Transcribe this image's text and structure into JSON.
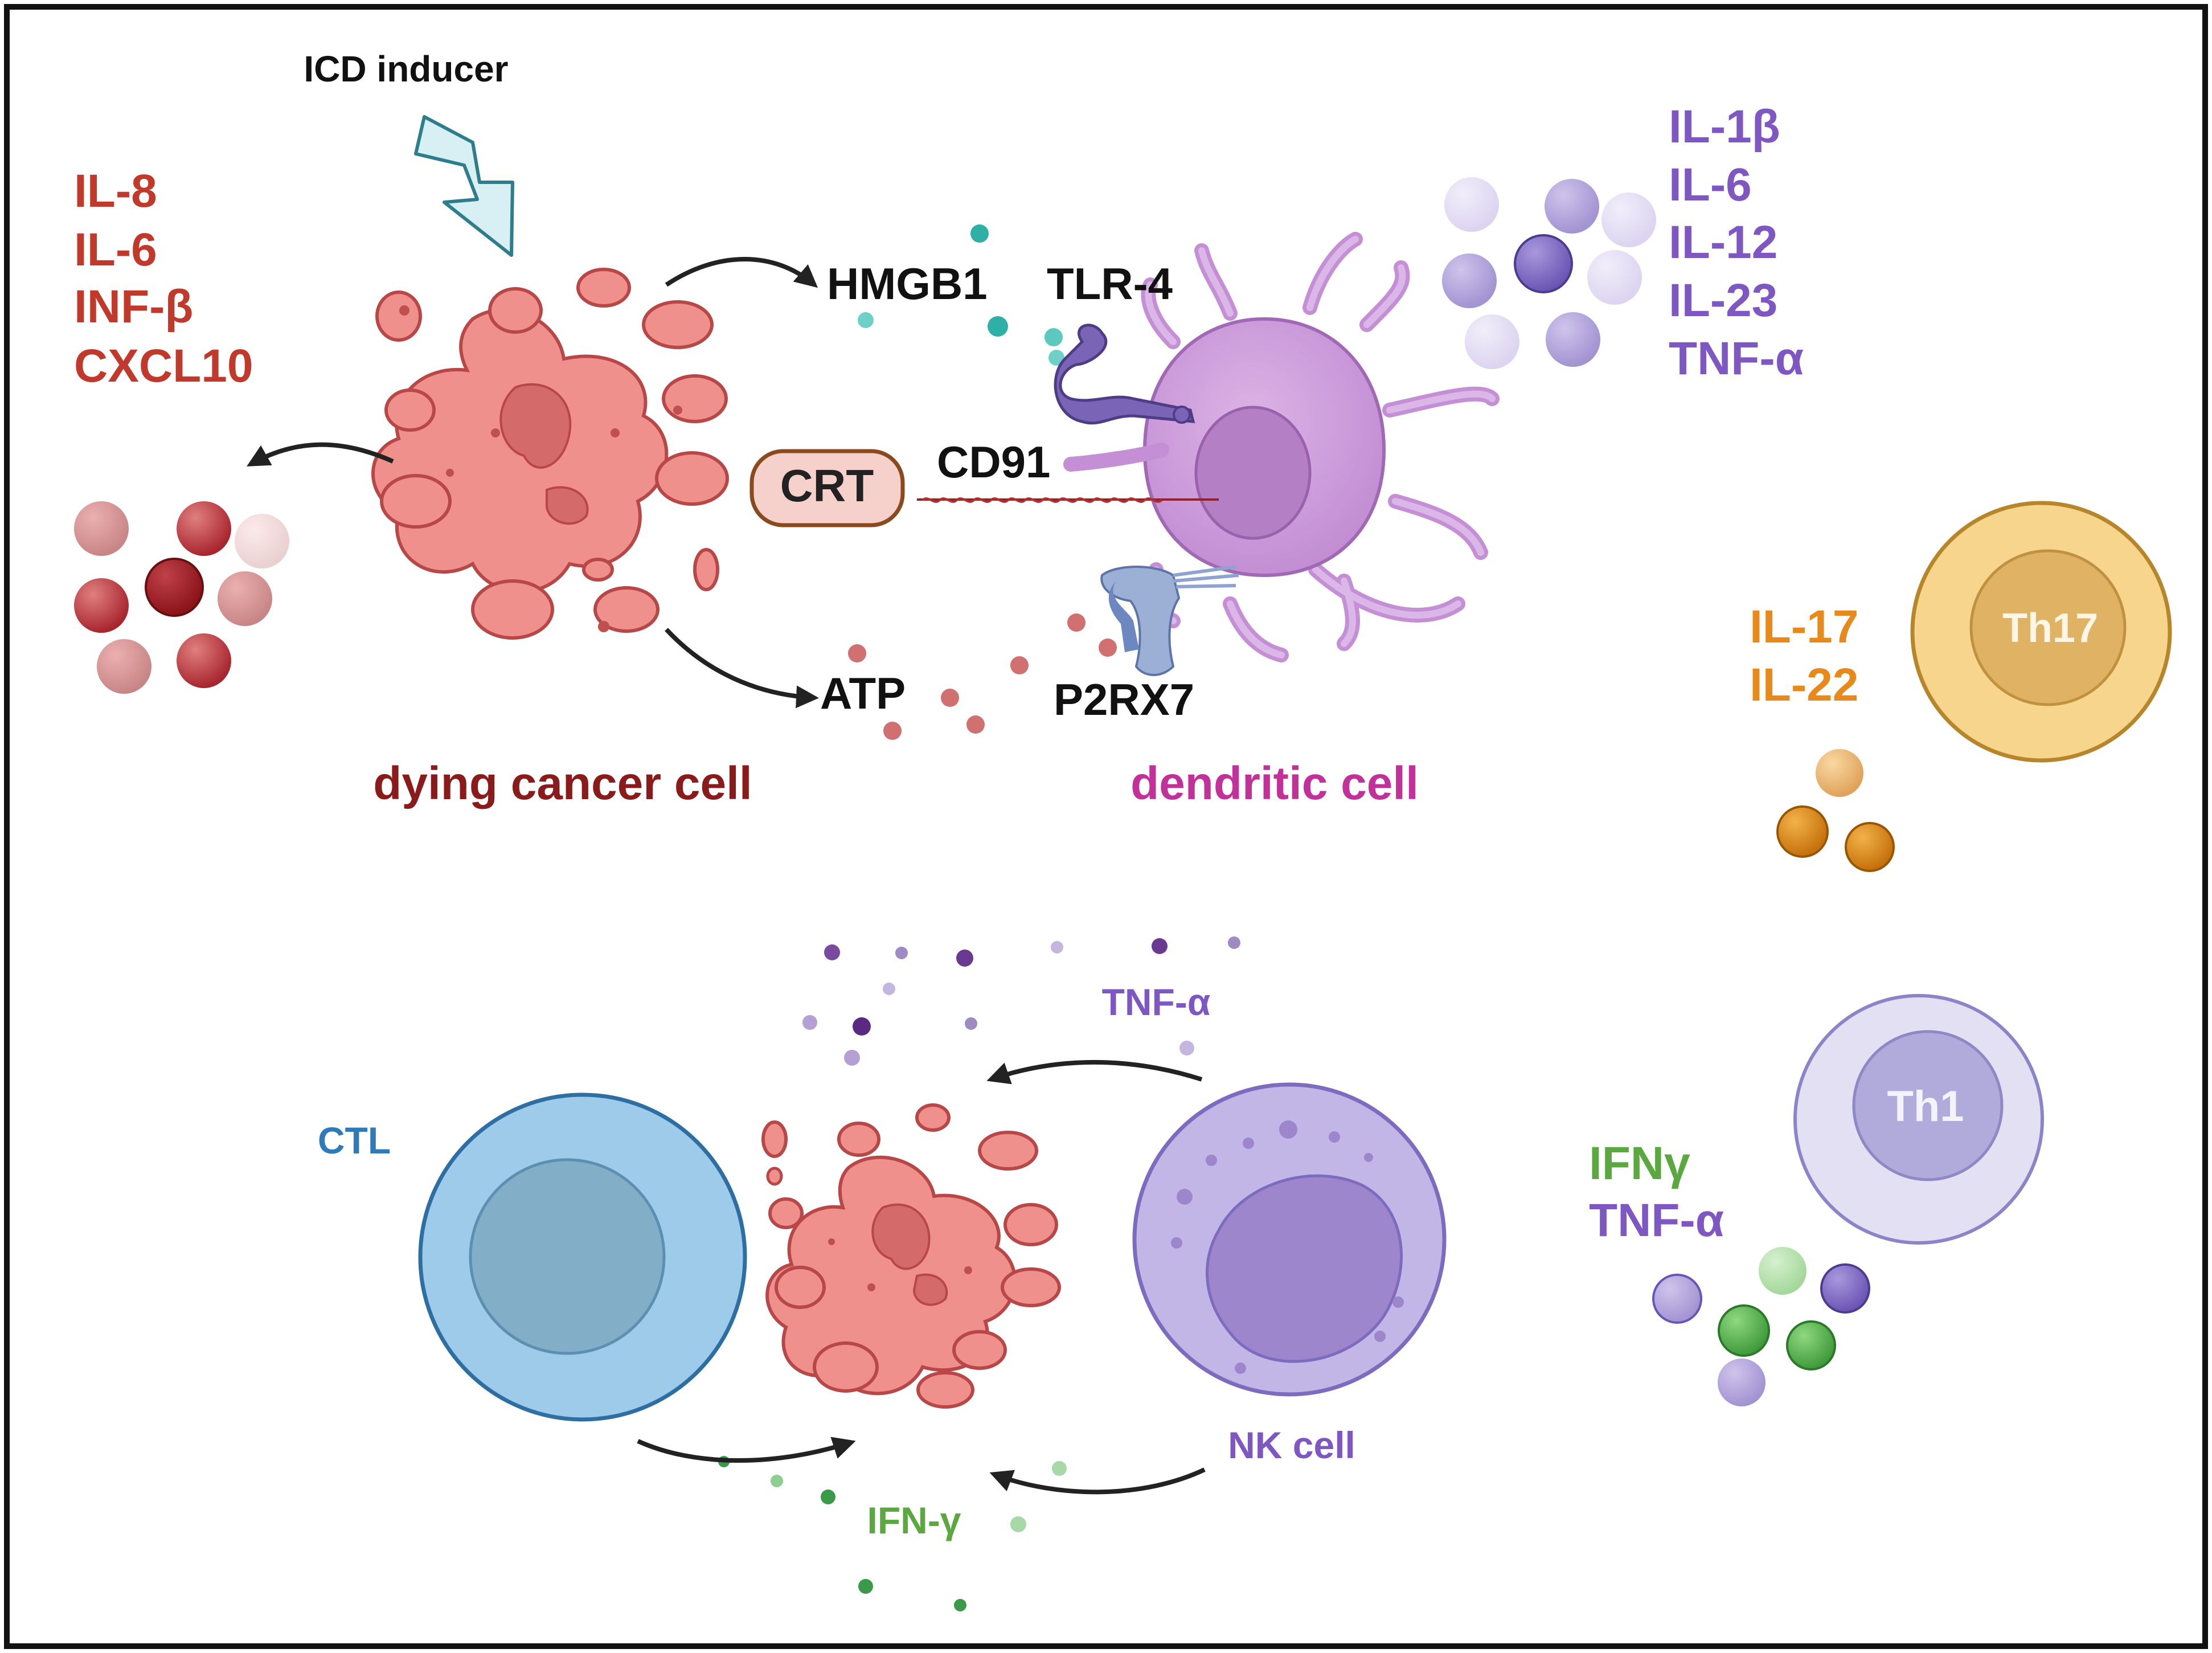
{
  "figure": {
    "inducer_label": "ICD inducer",
    "tumor_cytokines": [
      "IL-8",
      "IL-6",
      "INF-β",
      "CXCL10"
    ],
    "damp_labels": {
      "hmgb1": "HMGB1",
      "tlr4": "TLR-4",
      "crt": "CRT",
      "cd91": "CD91",
      "atp": "ATP",
      "p2rx7": "P2RX7"
    },
    "cell_labels": {
      "dying_cancer": "dying cancer cell",
      "dendritic": "dendritic cell",
      "th17": "Th17",
      "th1": "Th1",
      "ctl": "CTL",
      "nk": "NK cell"
    },
    "dc_cytokines": [
      "IL-1β",
      "IL-6",
      "IL-12",
      "IL-23",
      "TNF-α"
    ],
    "th17_cytokines": [
      "IL-17",
      "IL-22"
    ],
    "th1_cytokines": [
      "IFNγ",
      "TNF-α"
    ],
    "nk_secreted": "TNF-α",
    "effector_secreted": "IFN-γ"
  },
  "colors": {
    "cancer_red": "#c0392b",
    "cancer_dark": "#8b1a1a",
    "dc_purple": "#7e57c2",
    "dc_magenta": "#c2309a",
    "th17_orange": "#e8891c",
    "th1_green": "#5aa83f",
    "ctl_blue": "#2f7ab8"
  }
}
